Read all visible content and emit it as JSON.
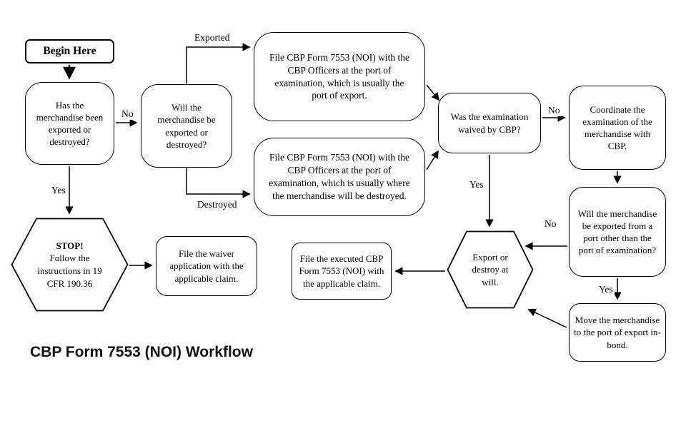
{
  "title": "CBP Form 7553 (NOI) Workflow",
  "nodes": {
    "begin": {
      "label": "Begin Here"
    },
    "has_merch": {
      "label": "Has the merchandise been exported or destroyed?"
    },
    "will_merch": {
      "label": "Will the merchandise be exported or destroyed?"
    },
    "file_export": {
      "label": "File CBP Form 7553 (NOI) with the CBP Officers at the port of examination, which is usually the port of export."
    },
    "file_destroy": {
      "label": "File CBP Form 7553 (NOI) with the CBP Officers at the port of examination, which is usually where the merchandise will be destroyed."
    },
    "was_waived": {
      "label": "Was the examination waived by CBP?"
    },
    "coordinate": {
      "label": "Coordinate the examination of the merchandise with CBP."
    },
    "port_other": {
      "label": "Will the merchandise be exported from a port other than the port of examination?"
    },
    "move_bond": {
      "label": "Move the merchandise to the port of export in-bond."
    },
    "export_destroy": {
      "label": "Export or destroy at will."
    },
    "stop": {
      "title": "STOP!",
      "body": "Follow the instructions in 19 CFR 190.36"
    },
    "file_waiver": {
      "label": "File the waiver application with the applicable claim."
    },
    "file_executed": {
      "label": "File the executed CBP Form 7553 (NOI) with the applicable claim."
    }
  },
  "edge_labels": {
    "no_has": "No",
    "yes_has": "Yes",
    "exported": "Exported",
    "destroyed": "Destroyed",
    "no_waived": "No",
    "yes_waived": "Yes",
    "no_port": "No",
    "yes_port": "Yes"
  },
  "colors": {
    "line": "#000000",
    "background": "#ffffff"
  }
}
